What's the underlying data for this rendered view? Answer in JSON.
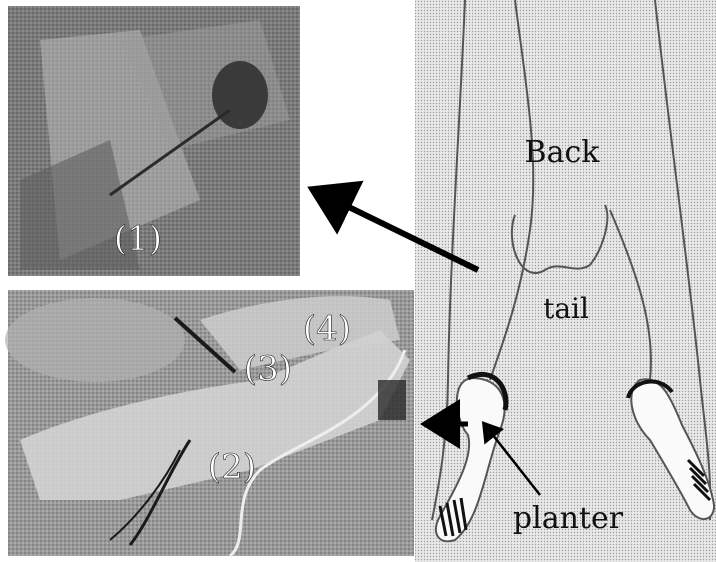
{
  "labels": {
    "back": "Back",
    "tail": "tail",
    "planter": "planter",
    "n1": "(1)",
    "n2": "(2)",
    "n3": "(3)",
    "n4": "(4)"
  },
  "colors": {
    "photo_dark": "#4a4a4a",
    "photo_mid": "#8a8a8a",
    "photo_light": "#c8c8c8",
    "outline": "#555555",
    "arrow": "#000000",
    "background": "#ffffff"
  }
}
